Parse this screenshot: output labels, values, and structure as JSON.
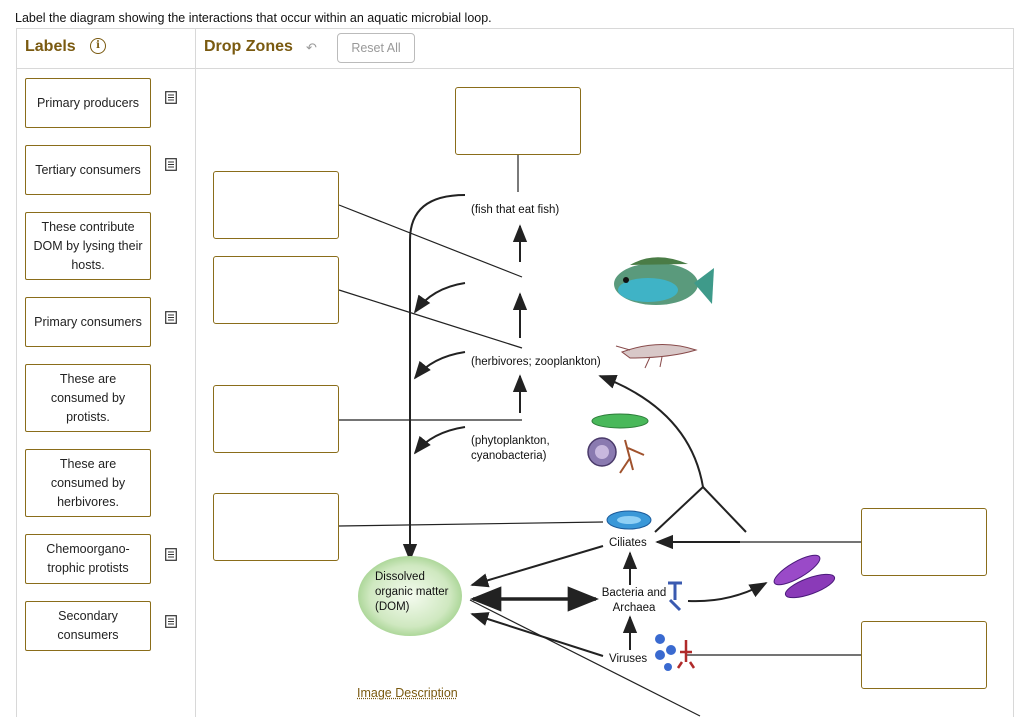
{
  "instruction": "Label the diagram showing the interactions that occur within an aquatic microbial loop.",
  "header": {
    "labels_title": "Labels",
    "dropzones_title": "Drop Zones",
    "reset_label": "Reset All",
    "info_icon": "info-icon",
    "undo_icon": "undo-icon"
  },
  "labels": [
    {
      "text": "Primary producers",
      "has_hint": true
    },
    {
      "text": "Tertiary consumers",
      "has_hint": true
    },
    {
      "text": "These contribute DOM by lysing their hosts.",
      "has_hint": false
    },
    {
      "text": "Primary consumers",
      "has_hint": true
    },
    {
      "text": "These are consumed by protists.",
      "has_hint": false
    },
    {
      "text": "These are consumed by herbivores.",
      "has_hint": false
    },
    {
      "text": "Chemoorgano-trophic protists",
      "has_hint": true
    },
    {
      "text": "Secondary consumers",
      "has_hint": true
    }
  ],
  "diagram": {
    "fish_text": "(fish that eat fish)",
    "herbivores_text": "(herbivores; zooplankton)",
    "phyto_text": "(phytoplankton, cyanobacteria)",
    "ciliates": "Ciliates",
    "dom": "Dissolved organic matter (DOM)",
    "bacteria": "Bacteria and Archaea",
    "viruses": "Viruses"
  },
  "image_description": "Image Description",
  "colors": {
    "accent": "#7a5a10",
    "border": "#8a6d1a"
  }
}
